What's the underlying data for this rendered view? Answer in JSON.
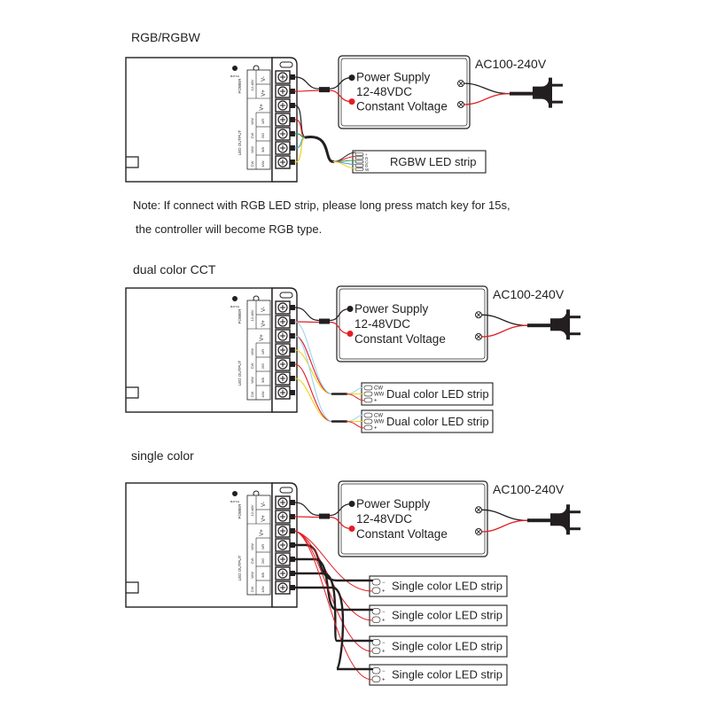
{
  "sections": [
    {
      "title": "RGB/RGBW",
      "strips": [
        "RGBW LED strip"
      ],
      "strip_pins": [
        "+",
        "R",
        "G",
        "B",
        "W"
      ]
    },
    {
      "title": "dual color CCT",
      "strips": [
        "Dual color LED strip",
        "Dual color LED strip"
      ],
      "strip_pins": [
        "CW",
        "WW",
        "+"
      ]
    },
    {
      "title": "single color",
      "strips": [
        "Single color LED strip",
        "Single color LED strip",
        "Single color LED strip",
        "Single color LED strip"
      ],
      "strip_pins": [
        "−",
        "+"
      ]
    }
  ],
  "note": {
    "line1": "Note: If connect with RGB LED strip, please long press match key for 15s,",
    "line2": "the controller will become RGB type."
  },
  "power_supply": {
    "line1": "Power Supply",
    "line2": "12-48VDC",
    "line3": "Constant Voltage"
  },
  "ac_label": "AC100-240V",
  "controller": {
    "match_label": "MATCH",
    "run_label": "RUN",
    "power_label": "POWER",
    "voltage_label": "12-48V",
    "v_minus": "V-",
    "v_plus": "V+",
    "led_output_label": "LED OUTPUT",
    "channels": [
      {
        "color": "WW",
        "num": "1/R"
      },
      {
        "color": "CW",
        "num": "2/G"
      },
      {
        "color": "WW",
        "num": "3/B"
      },
      {
        "color": "CW",
        "num": "4/W"
      }
    ]
  },
  "colors": {
    "line": "#231f20",
    "red": "#e31e24",
    "green": "#2e9a46",
    "blue": "#3aa0dc",
    "yellow": "#f2d21b",
    "lightblue": "#9fd3ef",
    "orange": "#f08a24"
  }
}
